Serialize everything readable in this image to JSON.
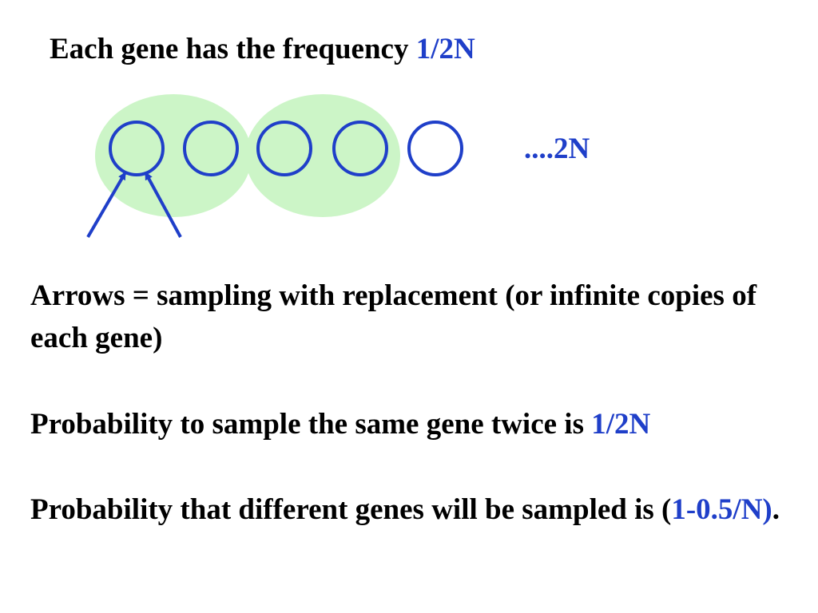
{
  "colors": {
    "text": "#000000",
    "highlight": "#1f3fc9",
    "circle_stroke": "#1f3fc9",
    "blob_fill": "#ccf5c7",
    "background": "#ffffff"
  },
  "title": {
    "text": "Each gene has the frequency ",
    "value": "1/2N"
  },
  "diagram": {
    "gene_circle_count": 5,
    "count_label": "....2N"
  },
  "paragraphs": {
    "arrows": "Arrows = sampling with replacement (or infinite copies of each gene)",
    "same_gene": {
      "text": "Probability to sample the same gene twice is ",
      "value": "1/2N"
    },
    "different_genes": {
      "text": "Probability that different genes will be sampled is (",
      "value": "1-0.5/N)",
      "end": "."
    }
  }
}
